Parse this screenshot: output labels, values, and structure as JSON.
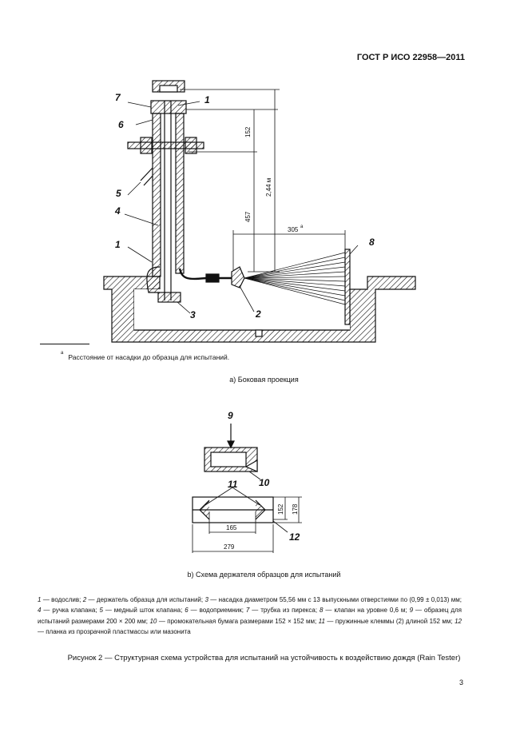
{
  "header": {
    "standard": "ГОСТ Р ИСО 22958—2011"
  },
  "diagram_a": {
    "labels": [
      "1",
      "2",
      "3",
      "4",
      "5",
      "6",
      "7",
      "8",
      "1"
    ],
    "dims": {
      "d152": "152",
      "d457": "457",
      "d244": "2,44 м",
      "d305": "305"
    },
    "d305_sup": "a"
  },
  "footnote": {
    "mark": "a",
    "text": "Расстояние от насадки до образца для испытаний."
  },
  "caption_a": "а)  Боковая проекция",
  "diagram_b": {
    "labels": [
      "9",
      "10",
      "11",
      "12"
    ],
    "dims": {
      "d152": "152",
      "d178": "178",
      "d165": "165",
      "d279": "279"
    }
  },
  "caption_b": "b)  Схема держателя образцов для испытаний",
  "legend": [
    {
      "num": "1",
      "text": " — водослив; "
    },
    {
      "num": "2",
      "text": " — держатель образца для испытаний; "
    },
    {
      "num": "3",
      "text": " — насадка диаметром 55,56 мм с 13 выпускными отверстиями по (0,99 ± 0,013) мм; "
    },
    {
      "num": "4",
      "text": " — ручка клапана; "
    },
    {
      "num": "5",
      "text": " — медный шток клапана; "
    },
    {
      "num": "6",
      "text": " — водоприемник; "
    },
    {
      "num": "7",
      "text": " — трубка из пирекса; "
    },
    {
      "num": "8",
      "text": " — клапан на уровне 0,6 м; "
    },
    {
      "num": "9",
      "text": " — образец для испытаний размерами 200 × 200 мм; "
    },
    {
      "num": "10",
      "text": " — промокательная бумага размерами 152 × 152 мм; "
    },
    {
      "num": "11",
      "text": " — пружинные клеммы (2) длиной 152 мм; "
    },
    {
      "num": "12",
      "text": " — планка из прозрачной пластмассы или мазонита"
    }
  ],
  "figure_title": "Рисунок 2 — Структурная схема устройства для испытаний на устойчивость к воздействию дождя (Rain Tester)",
  "page_number": "3"
}
